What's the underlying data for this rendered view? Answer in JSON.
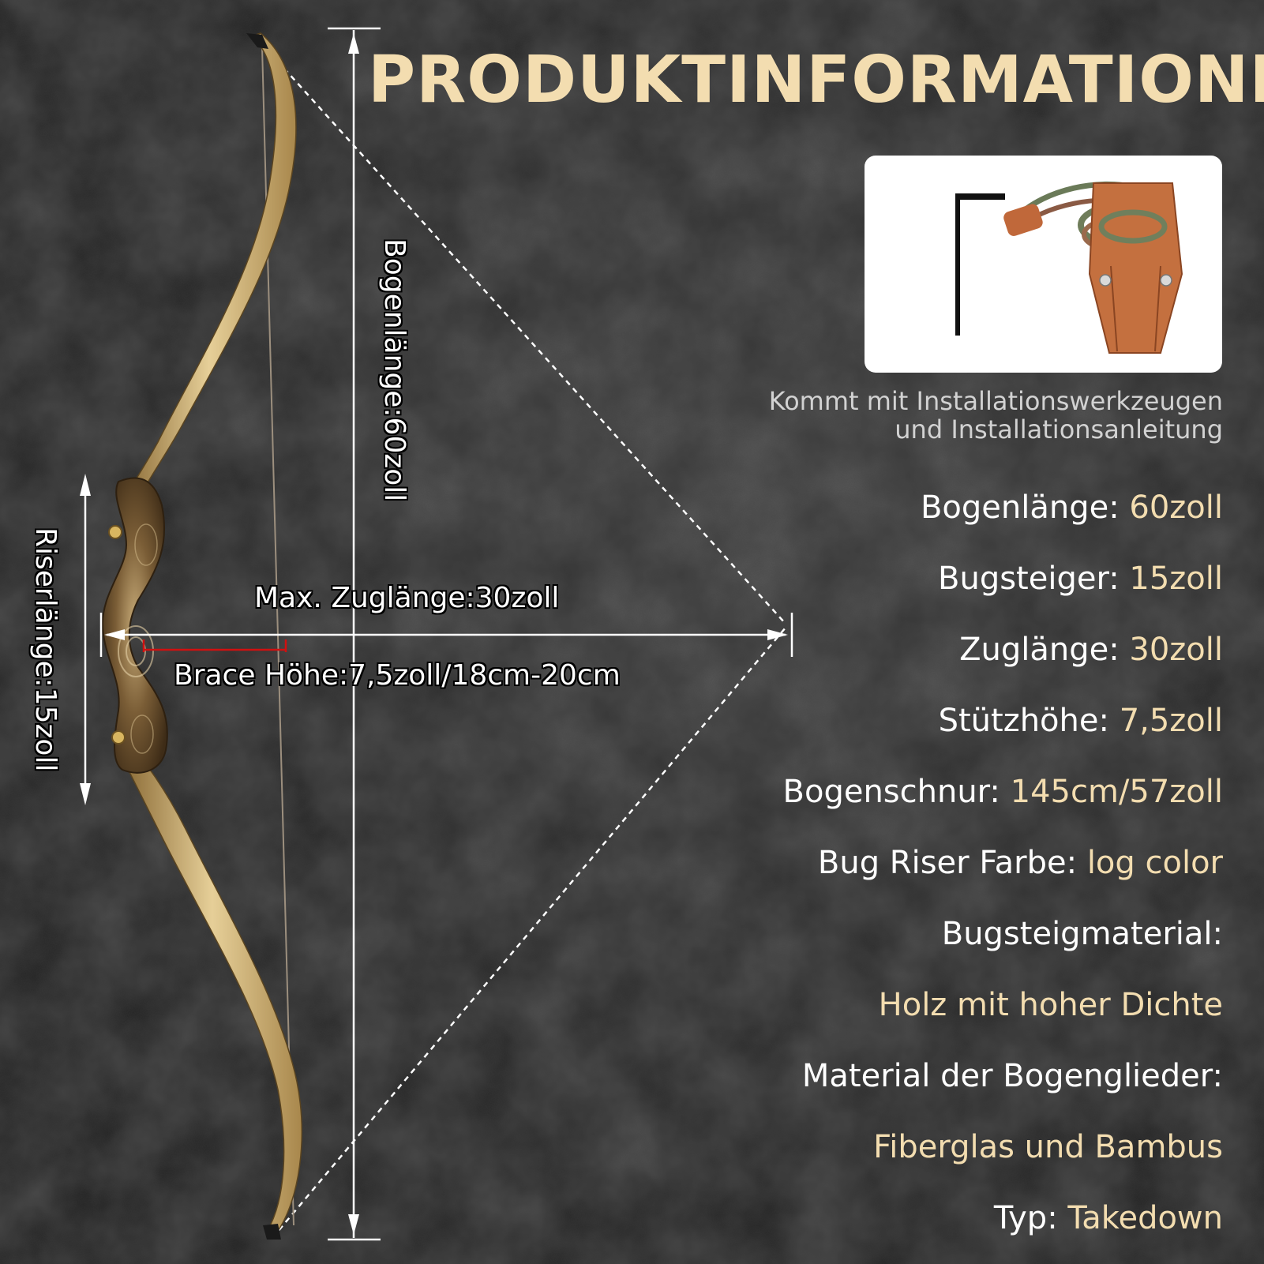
{
  "title": "PRODUKTINFORMATIONEN",
  "accessory_caption": {
    "line1": "Kommt mit Installationswerkzeugen",
    "line2": "und Installationsanleitung"
  },
  "dimensions": {
    "bow_length": "Bogenlänge:60zoll",
    "riser_length": "Riserlänge:15zoll",
    "max_draw": "Max. Zuglänge:30zoll",
    "brace_height": "Brace Höhe:7,5zoll/18cm-20cm"
  },
  "specs": [
    {
      "label": "Bogenlänge: ",
      "value": "60zoll"
    },
    {
      "label": "Bugsteiger: ",
      "value": "15zoll"
    },
    {
      "label": "Zuglänge: ",
      "value": "30zoll"
    },
    {
      "label": "Stützhöhe: ",
      "value": "7,5zoll"
    },
    {
      "label": "Bogenschnur: ",
      "value": "145cm/57zoll"
    },
    {
      "label": "Bug Riser Farbe: ",
      "value": "log color"
    }
  ],
  "riser_material": {
    "label": "Bugsteigmaterial:",
    "value": "Holz mit hoher Dichte"
  },
  "limb_material": {
    "label": "Material der Bogenglieder:",
    "value": "Fiberglas und Bambus"
  },
  "type": {
    "label": "Typ: ",
    "value": "Takedown"
  },
  "colors": {
    "accent": "#f3ddb0",
    "text": "#ffffff",
    "background": "#222222",
    "bow_wood": "#c9a86a",
    "brace_line": "#d01010"
  }
}
